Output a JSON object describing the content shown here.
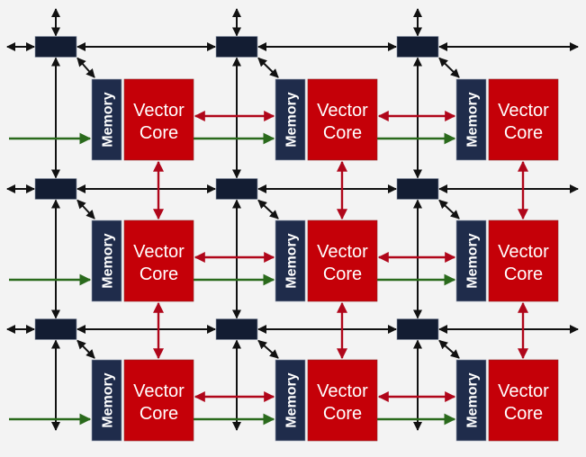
{
  "diagram": {
    "title": "",
    "colors": {
      "background": "#f3f3f3",
      "router": "#131d33",
      "memory": "#1f2c4b",
      "vector_core": "#c50008",
      "network_link": "#111111",
      "core_link": "#b0061a",
      "data_input": "#2a6a1c"
    },
    "grid": {
      "rows": 3,
      "columns": 3
    },
    "labels": {
      "memory": "Memory",
      "core_line1": "Vector",
      "core_line2": "Core"
    },
    "tiles": [
      {
        "row": 1,
        "col": 1,
        "memory": "Memory",
        "core": [
          "Vector",
          "Core"
        ]
      },
      {
        "row": 1,
        "col": 2,
        "memory": "Memory",
        "core": [
          "Vector",
          "Core"
        ]
      },
      {
        "row": 1,
        "col": 3,
        "memory": "Memory",
        "core": [
          "Vector",
          "Core"
        ]
      },
      {
        "row": 2,
        "col": 1,
        "memory": "Memory",
        "core": [
          "Vector",
          "Core"
        ]
      },
      {
        "row": 2,
        "col": 2,
        "memory": "Memory",
        "core": [
          "Vector",
          "Core"
        ]
      },
      {
        "row": 2,
        "col": 3,
        "memory": "Memory",
        "core": [
          "Vector",
          "Core"
        ]
      },
      {
        "row": 3,
        "col": 1,
        "memory": "Memory",
        "core": [
          "Vector",
          "Core"
        ]
      },
      {
        "row": 3,
        "col": 2,
        "memory": "Memory",
        "core": [
          "Vector",
          "Core"
        ]
      },
      {
        "row": 3,
        "col": 3,
        "memory": "Memory",
        "core": [
          "Vector",
          "Core"
        ]
      }
    ],
    "connections": {
      "router_mesh": "bidirectional black links between adjacent routers, plus edge links leaving the grid",
      "router_to_memory": "bidirectional diagonal link",
      "core_to_core_horizontal": "bidirectional red link from core to next column's memory",
      "core_to_core_vertical": "bidirectional red link between cores in adjacent rows",
      "data_flow": "green arrows flowing left-to-right into each memory"
    }
  }
}
